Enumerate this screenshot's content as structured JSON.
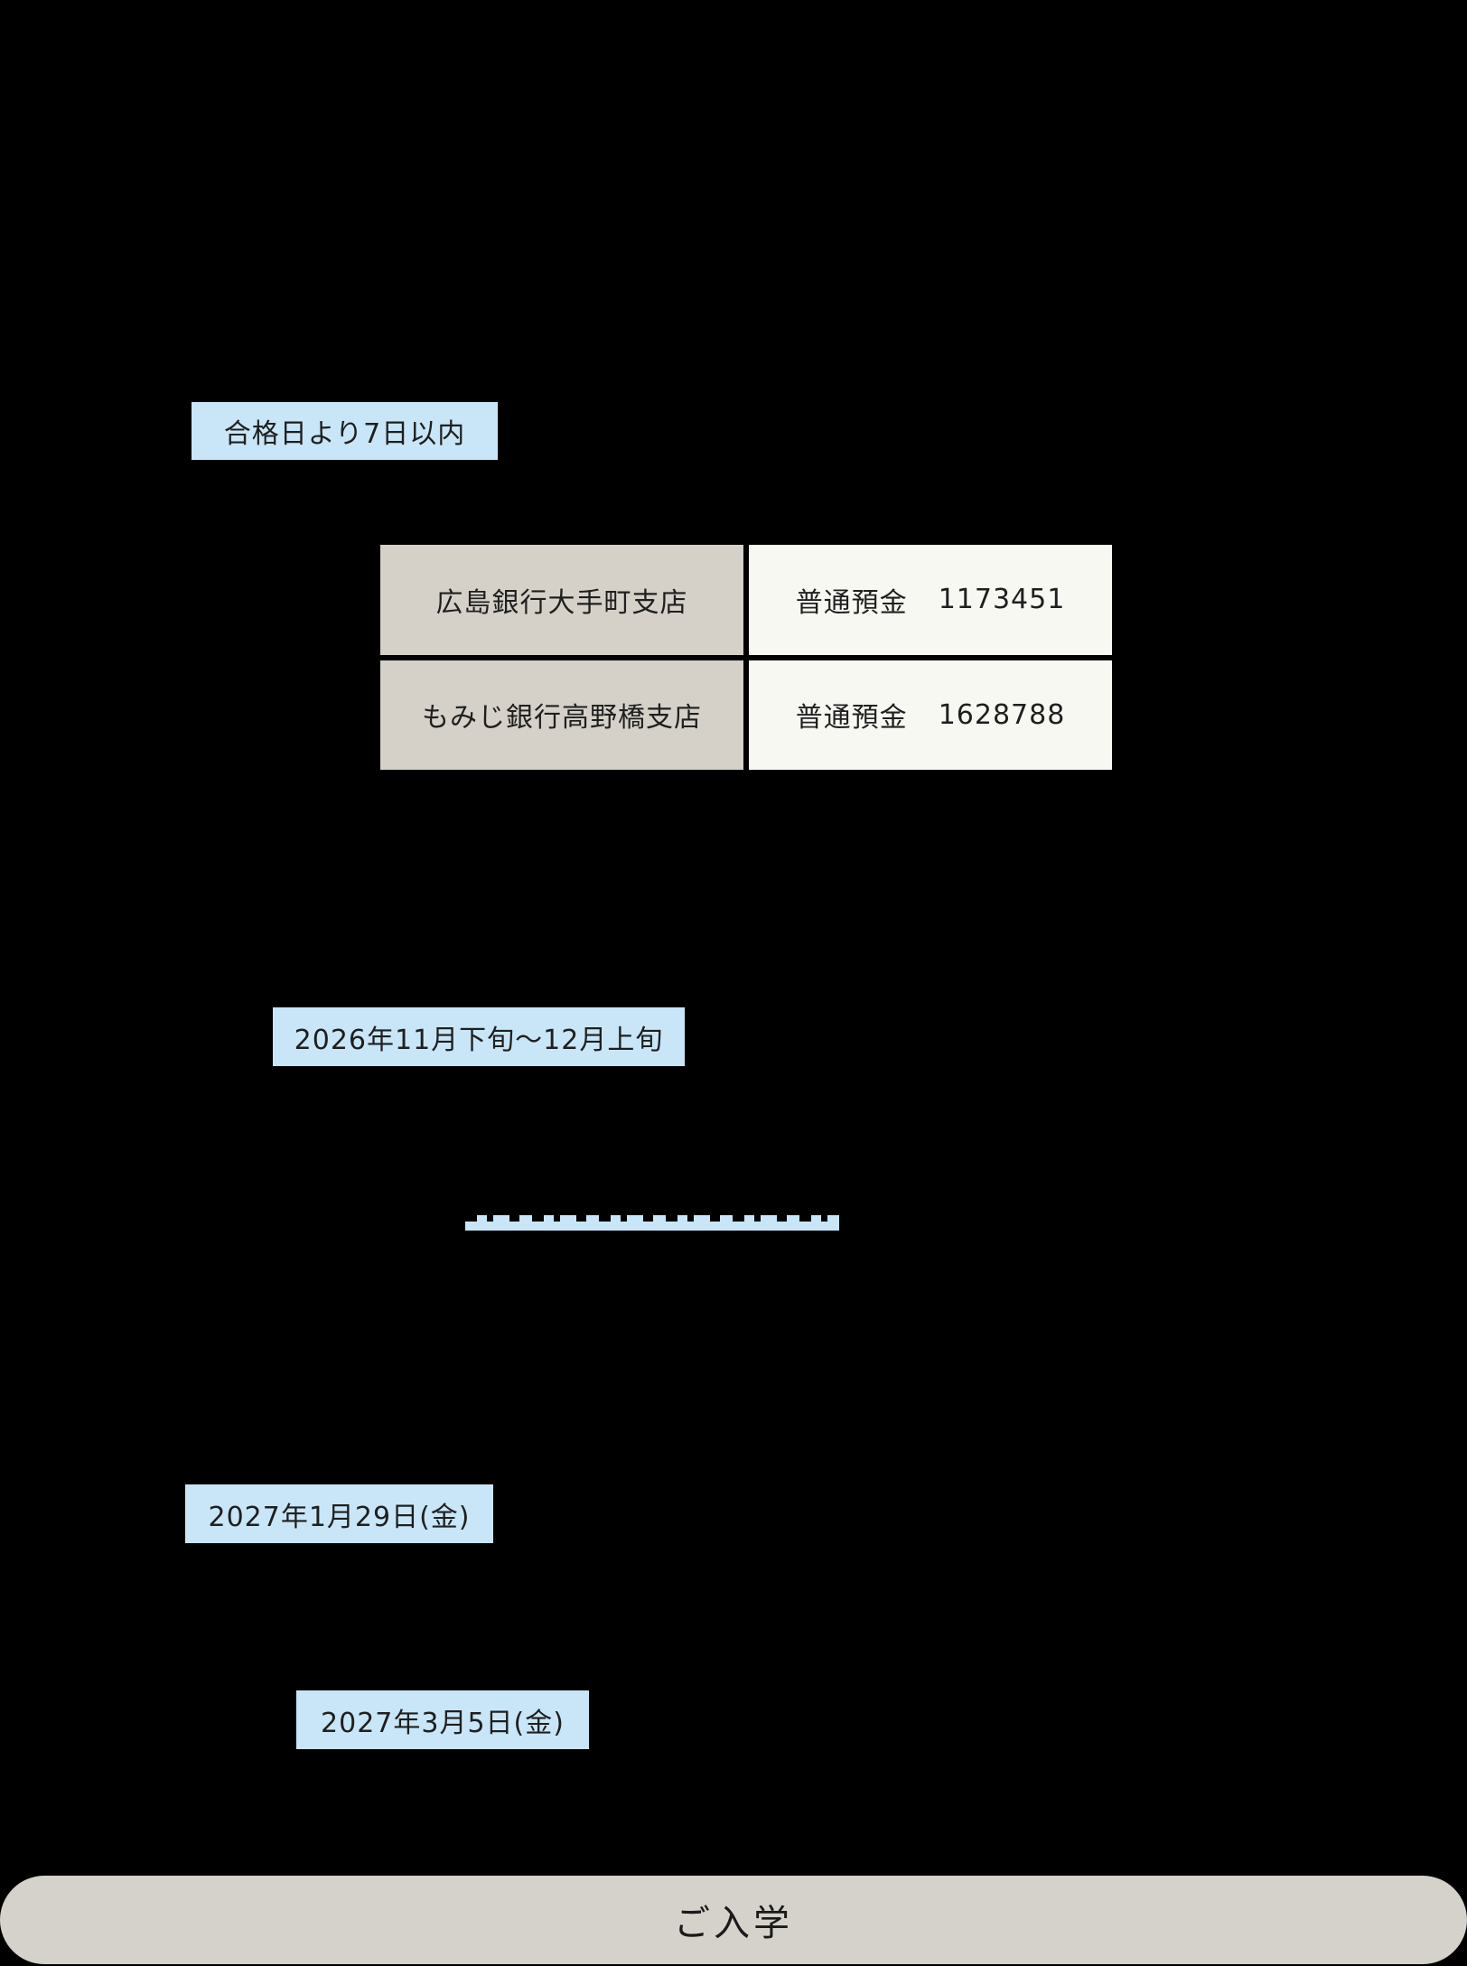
{
  "page": {
    "background_color": "#000000",
    "description_colors": {
      "highlight_blue": "#c9e6f8",
      "bank_name_cell_bg": "#d5d1c9",
      "account_cell_bg": "#f8f8f3",
      "goal_bar_bg": "#d5d2cb",
      "text_dark": "#1f1f1f"
    }
  },
  "schedule": {
    "payment_deadline": "合格日より7日以内",
    "uniform_period": "2026年11月下旬〜12月上旬",
    "jan_date": "2027年1月29日(金)",
    "mar_date": "2027年3月5日(金)"
  },
  "bank_table": {
    "rows": [
      {
        "bank": "広島銀行大手町支店",
        "account_type": "普通預金",
        "account_number": "1173451"
      },
      {
        "bank": "もみじ銀行高野橋支店",
        "account_type": "普通預金",
        "account_number": "1628788"
      }
    ]
  },
  "goal": {
    "label": "ご入学"
  }
}
